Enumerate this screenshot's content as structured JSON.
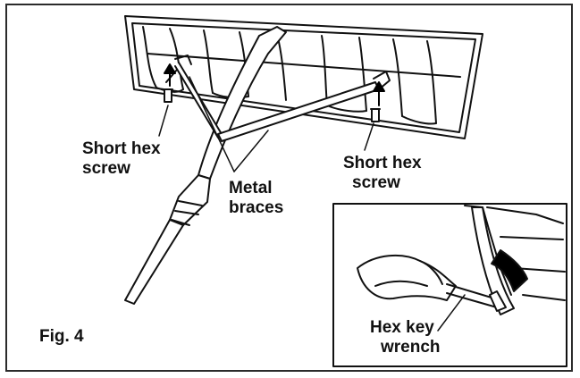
{
  "labels": {
    "screw_left_line1": "Short hex",
    "screw_left_line2": "screw",
    "screw_right_line1": "Short hex",
    "screw_right_line2": "screw",
    "braces_line1": "Metal",
    "braces_line2": "braces",
    "hexkey_line1": "Hex key",
    "hexkey_line2": "wrench"
  },
  "figure_label": "Fig. 4",
  "colors": {
    "ink": "#111111",
    "paper": "#ffffff",
    "arrow": "#000000"
  }
}
